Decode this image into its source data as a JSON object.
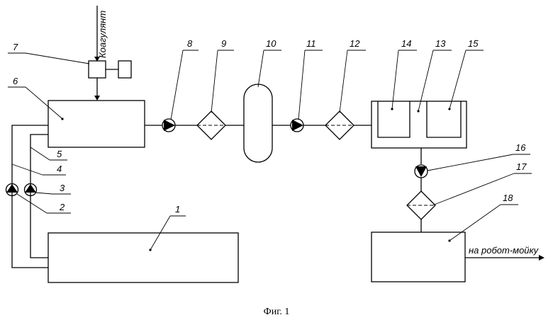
{
  "labels": {
    "n1": "1",
    "n2": "2",
    "n3": "3",
    "n4": "4",
    "n5": "5",
    "n6": "6",
    "n7": "7",
    "n8": "8",
    "n9": "9",
    "n10": "10",
    "n11": "11",
    "n12": "12",
    "n13": "13",
    "n14": "14",
    "n15": "15",
    "n16": "16",
    "n17": "17",
    "n18": "18"
  },
  "coagulant_label": "Коагулянт",
  "outlet_label": "на робот-мойку",
  "caption": "Фиг. 1"
}
